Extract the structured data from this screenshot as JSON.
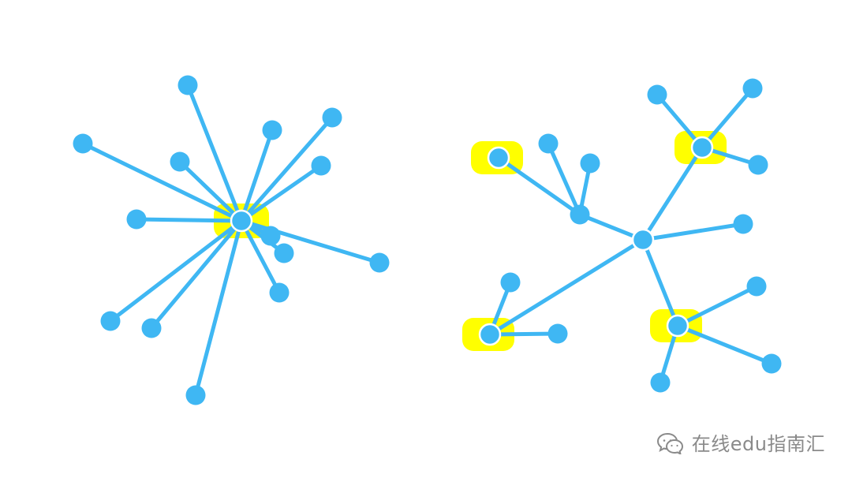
{
  "colors": {
    "node": "#3fb7f3",
    "edge": "#3fb7f3",
    "node_stroke": "#ffffff",
    "highlight": "#ffff00",
    "watermark": "#8a8a8a"
  },
  "diagrams": [
    {
      "id": "centralized-network",
      "hub": "hub",
      "highlighted": [
        "hub"
      ],
      "nodes": [
        "hub",
        "n1",
        "n2",
        "n3",
        "n4",
        "n5",
        "n6",
        "n7",
        "n8",
        "n9",
        "n10",
        "n11",
        "n12",
        "n13",
        "n14"
      ],
      "edges": [
        [
          "hub",
          "n1"
        ],
        [
          "hub",
          "n2"
        ],
        [
          "hub",
          "n3"
        ],
        [
          "hub",
          "n4"
        ],
        [
          "hub",
          "n5"
        ],
        [
          "hub",
          "n6"
        ],
        [
          "hub",
          "n7"
        ],
        [
          "hub",
          "n8"
        ],
        [
          "hub",
          "n9"
        ],
        [
          "hub",
          "n10"
        ],
        [
          "hub",
          "n11"
        ],
        [
          "hub",
          "n12"
        ],
        [
          "hub",
          "n13"
        ],
        [
          "hub",
          "n14"
        ]
      ]
    },
    {
      "id": "decentralized-network",
      "hub": "center",
      "highlighted": [
        "a",
        "b",
        "c",
        "d"
      ],
      "nodes": [
        "center",
        "left-hub",
        "b",
        "c",
        "d",
        "a",
        "lh1",
        "lh2",
        "b1",
        "b2",
        "c1",
        "c2",
        "d1",
        "d2",
        "r1"
      ],
      "edges": [
        [
          "center",
          "left-hub"
        ],
        [
          "center",
          "b"
        ],
        [
          "center",
          "c"
        ],
        [
          "center",
          "d"
        ],
        [
          "center",
          "r1"
        ],
        [
          "left-hub",
          "a"
        ],
        [
          "left-hub",
          "lh1"
        ],
        [
          "left-hub",
          "lh2"
        ],
        [
          "b",
          "b1"
        ],
        [
          "b",
          "b2"
        ],
        [
          "c",
          "c1"
        ],
        [
          "c",
          "c2"
        ],
        [
          "d",
          "d1"
        ],
        [
          "d",
          "d2"
        ]
      ]
    }
  ],
  "watermark": {
    "icon": "wechat-icon",
    "text": "在线edu指南汇"
  }
}
